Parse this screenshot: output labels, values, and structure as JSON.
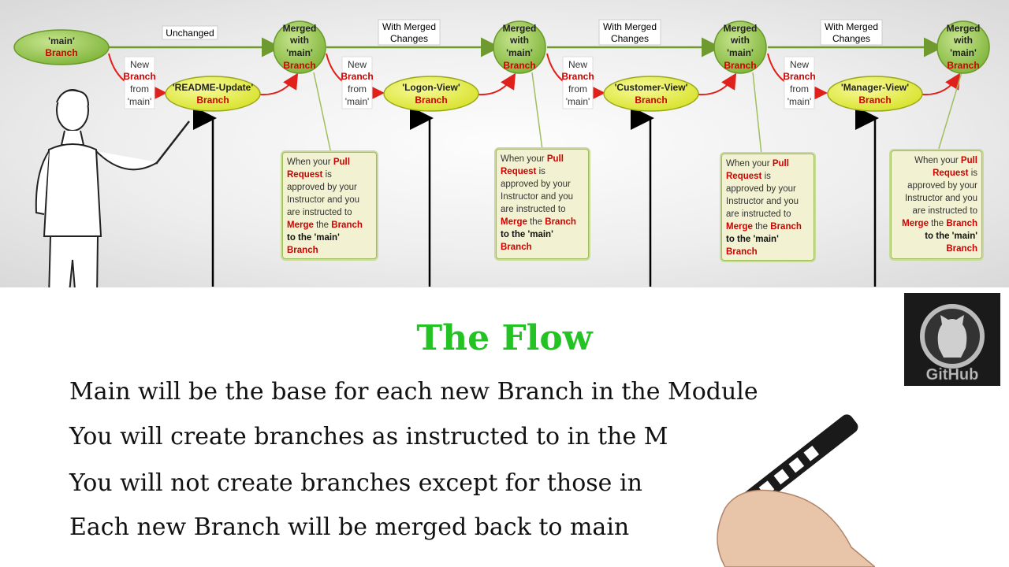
{
  "diagram": {
    "main_branch": {
      "line1": "'main'",
      "line2": "Branch"
    },
    "edge_labels": {
      "unchanged": "Unchanged",
      "with_merged_1": "With Merged",
      "with_merged_2": "Changes"
    },
    "merge_node": {
      "line1": "Merged",
      "line2": "with",
      "line3": "'main'",
      "line4": "Branch"
    },
    "new_branch_label": {
      "line1": "New",
      "line2": "Branch",
      "line3": "from",
      "line4": "'main'"
    },
    "feature_branches": [
      {
        "name": "'README-Update'",
        "sub": "Branch"
      },
      {
        "name": "'Logon-View'",
        "sub": "Branch"
      },
      {
        "name": "'Customer-View'",
        "sub": "Branch"
      },
      {
        "name": "'Manager-View'",
        "sub": "Branch"
      }
    ],
    "note": {
      "p1": "When your ",
      "pull": "Pull Request",
      "p2": " is approved by your Instructor and you are instructed to ",
      "merge": "Merge",
      "p3": " the ",
      "branch": "Branch",
      "p4": " to the 'main' ",
      "branch2": "Branch"
    }
  },
  "content": {
    "title": "The Flow",
    "lines": [
      "Main will be the base for each new Branch in the Module",
      "You will create branches as instructed to in the M",
      "You will not create branches except for those in",
      "Each new Branch will be merged back to main"
    ]
  },
  "logo": {
    "text": "GitHub"
  },
  "colors": {
    "green_node": "#8dc63f",
    "yellow_node": "#e6ee3c",
    "red_arrow": "#e0201b",
    "title_green": "#22c322"
  }
}
